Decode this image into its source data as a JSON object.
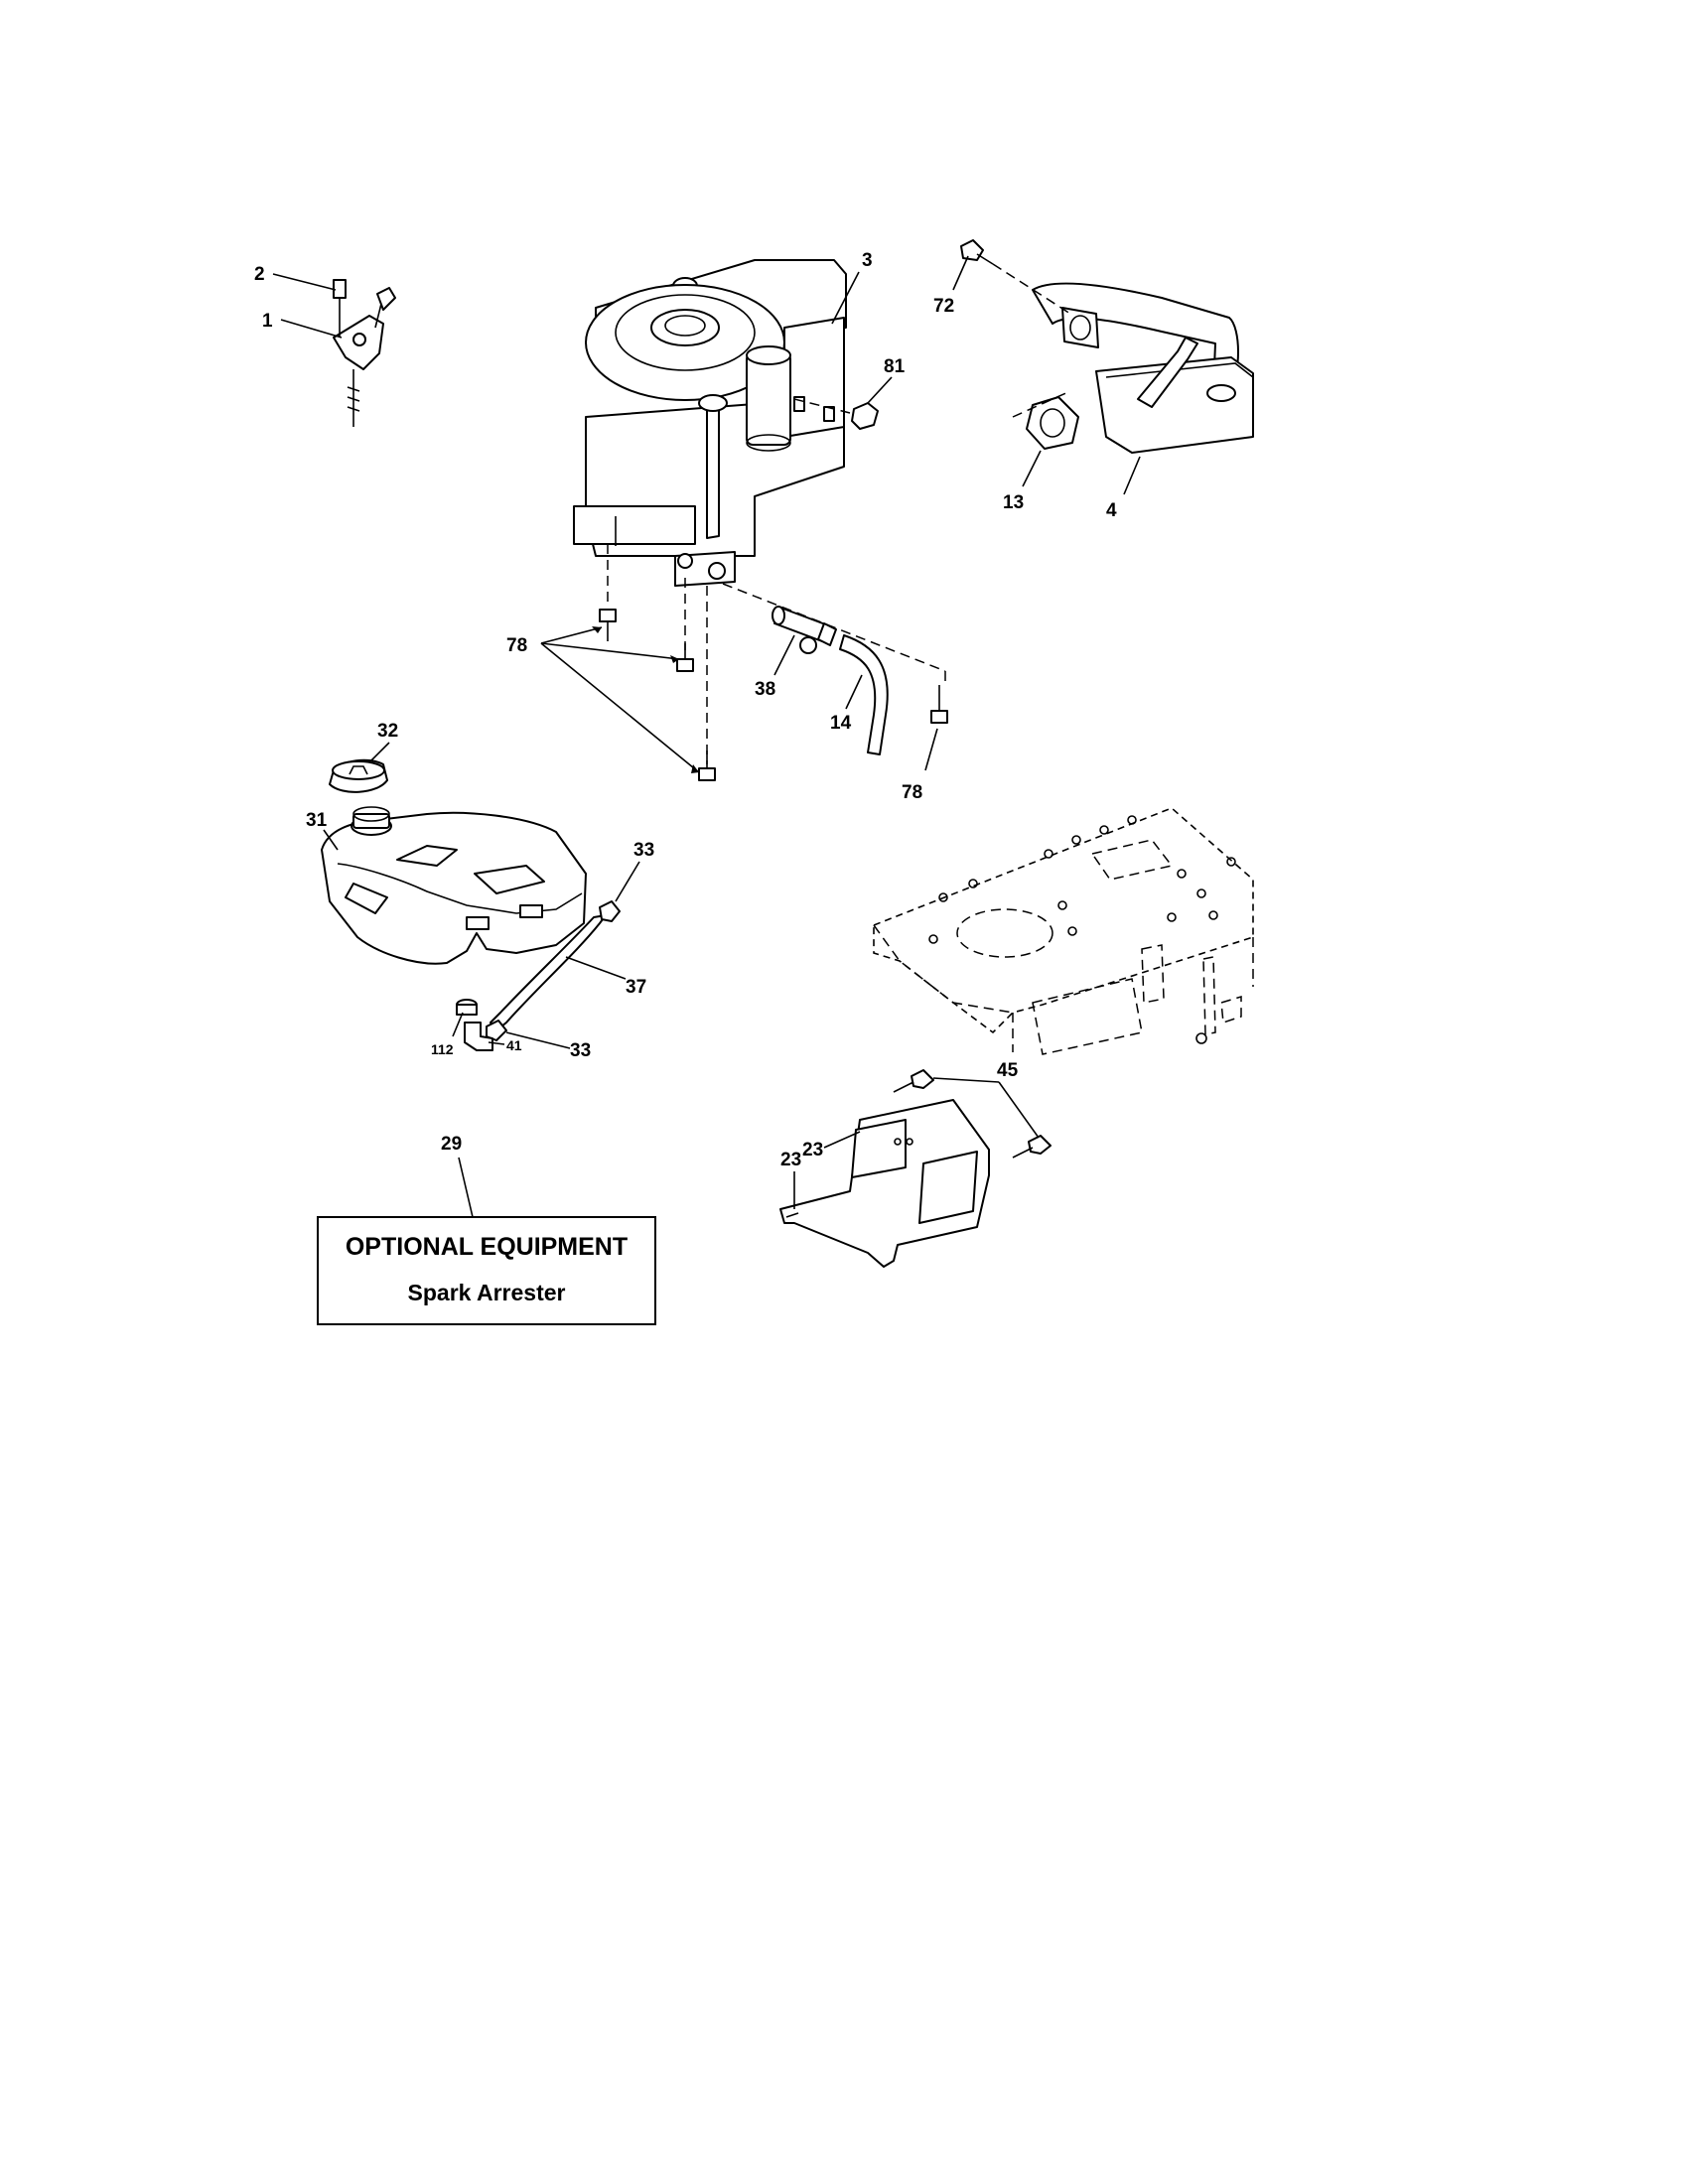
{
  "callouts": {
    "c1": "1",
    "c2": "2",
    "c3": "3",
    "c4": "4",
    "c13": "13",
    "c14": "14",
    "c23a": "23",
    "c23b": "23",
    "c29": "29",
    "c31": "31",
    "c32": "32",
    "c33a": "33",
    "c33b": "33",
    "c37": "37",
    "c38": "38",
    "c41": "41",
    "c45": "45",
    "c72": "72",
    "c78a": "78",
    "c78b": "78",
    "c81": "81",
    "c112": "112"
  },
  "optional_box": {
    "title": "OPTIONAL EQUIPMENT",
    "subtitle": "Spark Arrester"
  }
}
